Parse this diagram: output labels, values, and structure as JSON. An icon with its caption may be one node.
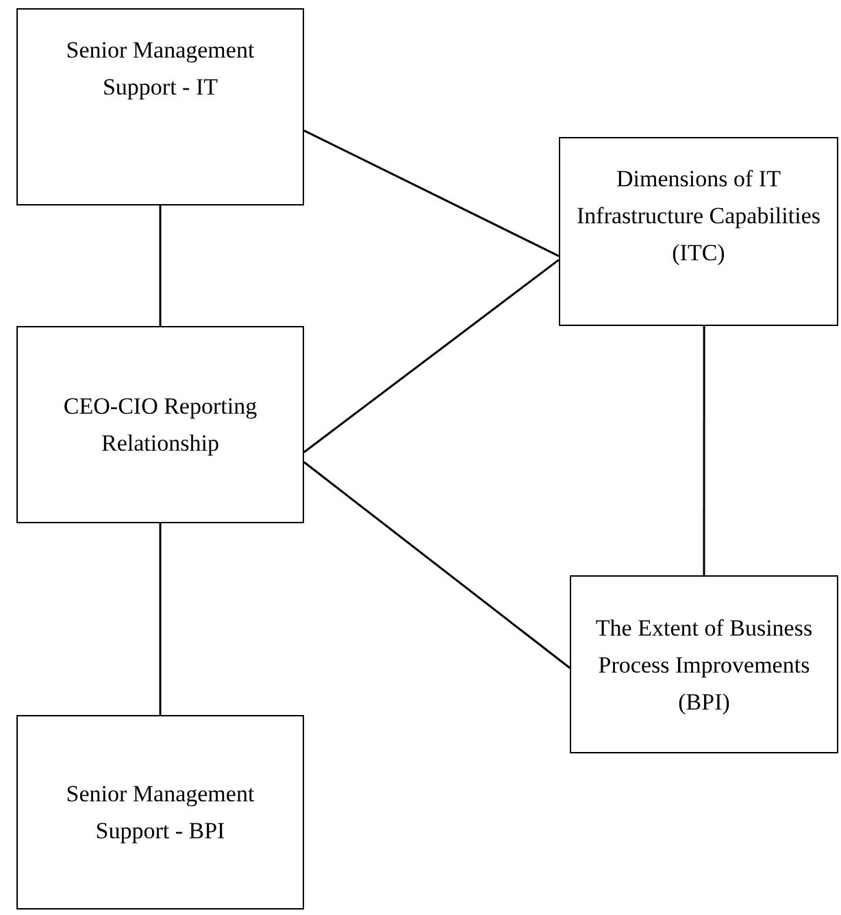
{
  "diagram": {
    "nodes": [
      {
        "text": [
          "Senior Management Support - IT"
        ]
      },
      {
        "text": [
          "Dimensions of IT Infrastructure Capabilities (ITC)"
        ]
      },
      {
        "text": [
          "CEO-CIO Reporting Relationship"
        ]
      },
      {
        "text": [
          "The Extent of Business Process Improvements (BPI)"
        ]
      },
      {
        "text": [
          "Senior Management Support - BPI"
        ]
      }
    ],
    "edges": [
      {
        "from": 0,
        "to": 1,
        "arrow": "none"
      },
      {
        "from": 0,
        "to": 2,
        "arrow": "none"
      },
      {
        "from": 2,
        "to": 1,
        "arrow": "none"
      },
      {
        "from": 2,
        "to": 3,
        "arrow": "none"
      },
      {
        "from": 1,
        "to": 3,
        "arrow": "none"
      },
      {
        "from": 2,
        "to": 4,
        "arrow": "none"
      }
    ]
  }
}
